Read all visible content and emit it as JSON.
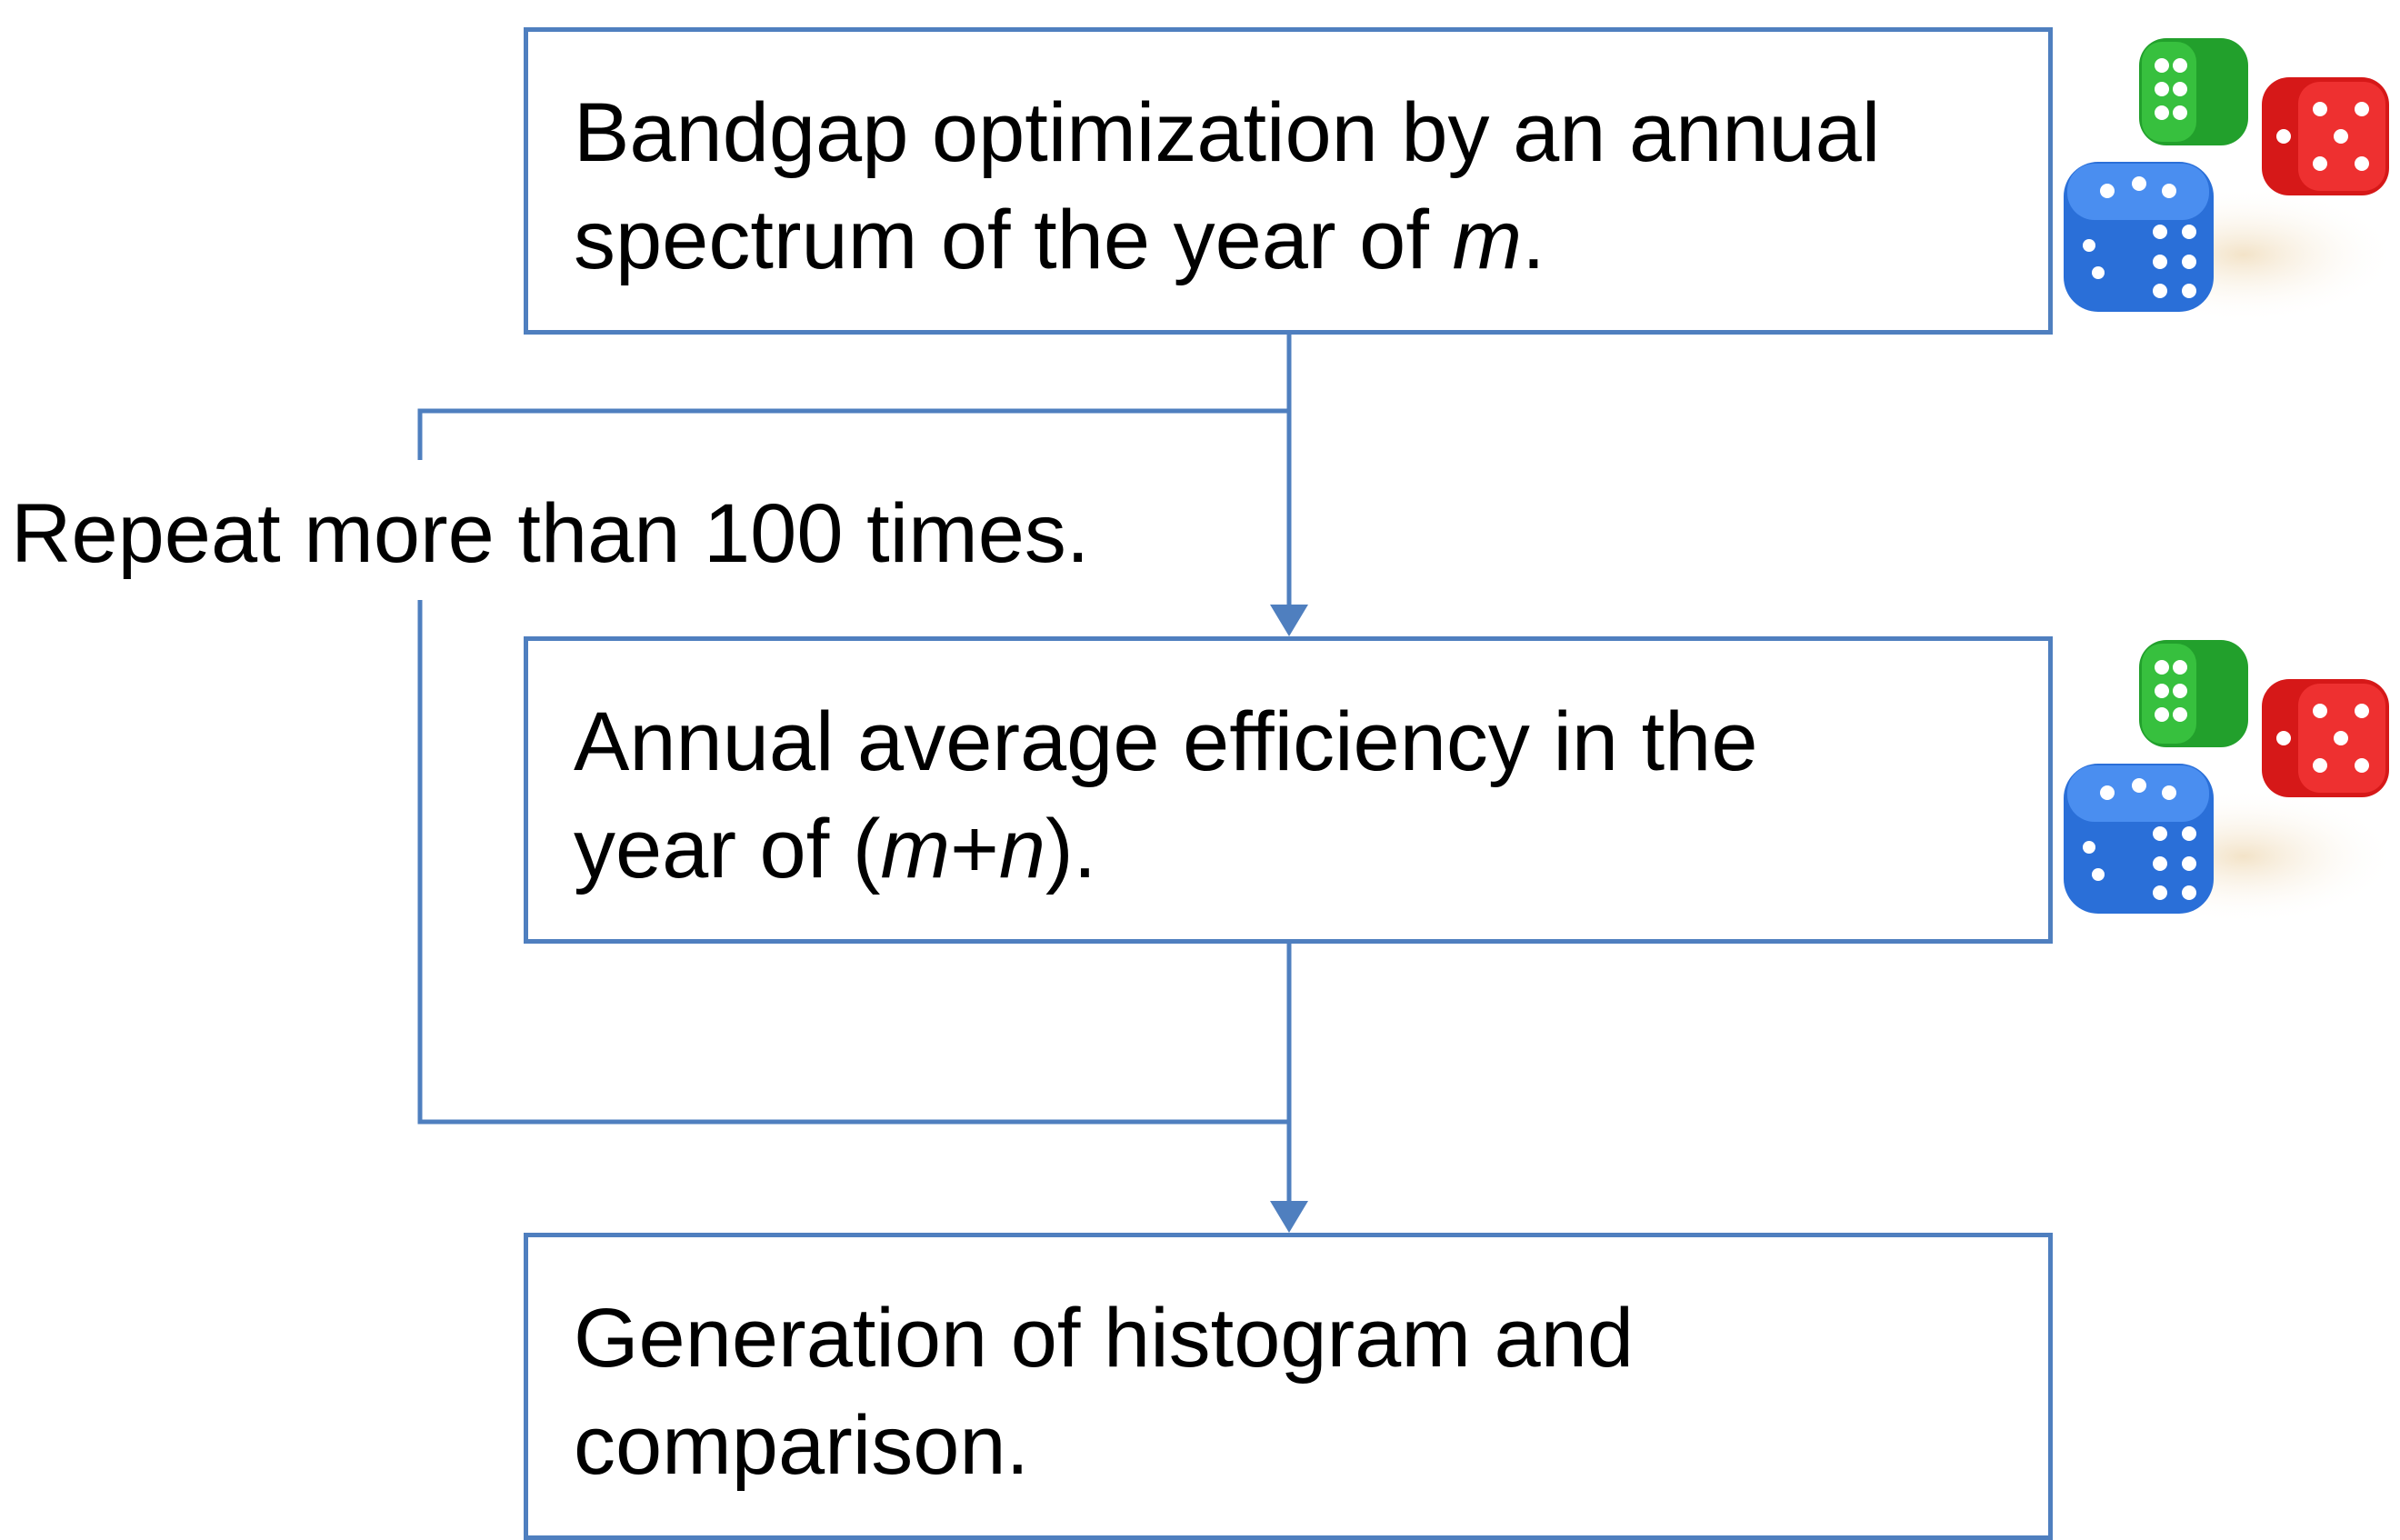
{
  "steps": [
    {
      "line1": "Bandgap optimization by an annual",
      "line2_pre": "spectrum of the year of ",
      "line2_var": "m",
      "line2_post": "."
    },
    {
      "line1": "Annual average efficiency in the",
      "line2_pre": "year of (",
      "line2_var1": "m",
      "line2_mid": "+",
      "line2_var2": "n",
      "line2_post": ")."
    },
    {
      "line1": "Generation of histogram and",
      "line2": "comparison."
    }
  ],
  "loop_label": "Repeat more than 100 times.",
  "icons": {
    "dice": "dice-icon"
  },
  "colors": {
    "line": "#4f7fbf",
    "dice_green": "#22a02c",
    "dice_red": "#e02020",
    "dice_blue": "#2a6fd8"
  }
}
